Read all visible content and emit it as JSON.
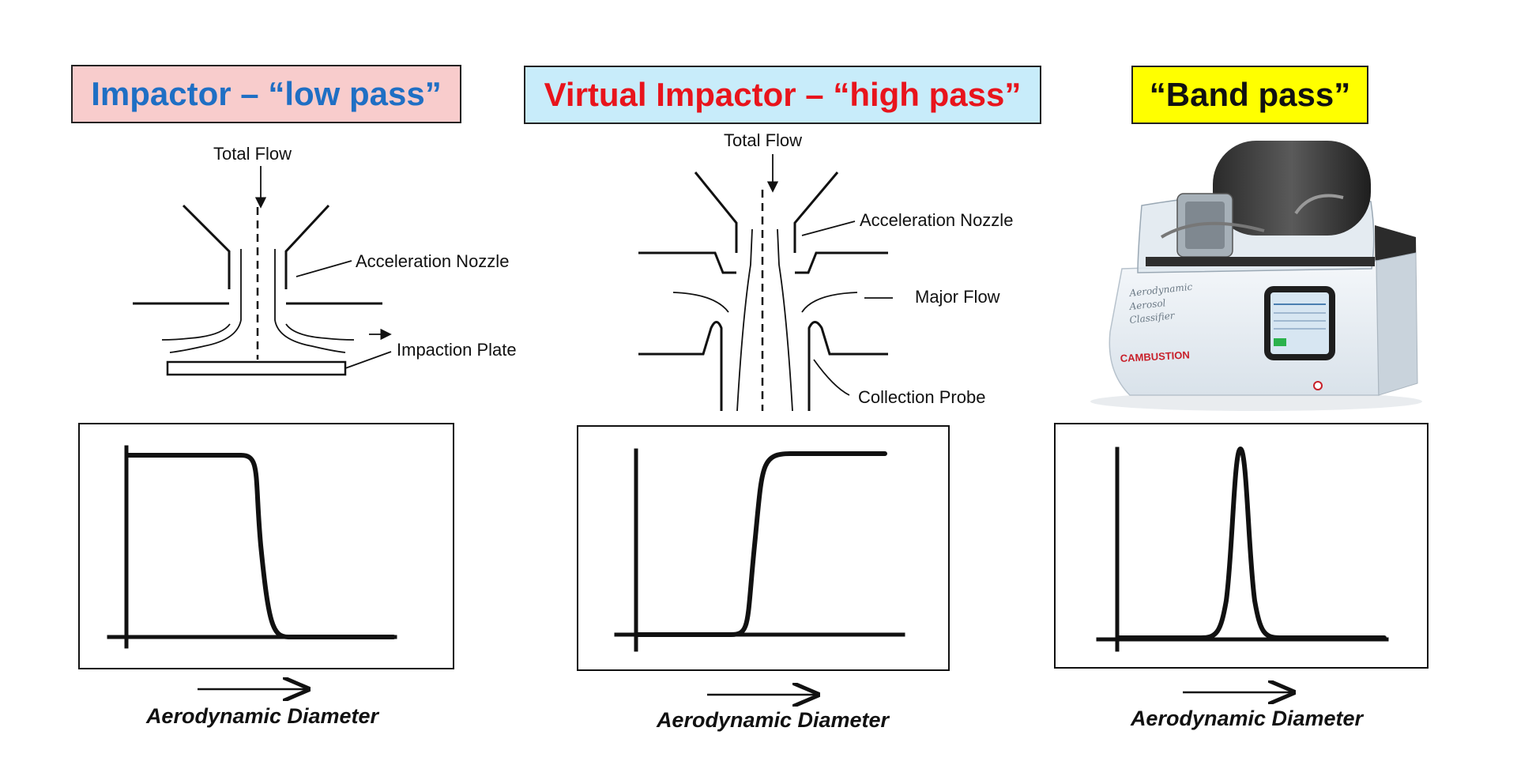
{
  "panels": [
    {
      "title": "Impactor – “low pass”",
      "title_color": "#1f6fc4",
      "title_bg": "#f8cccc",
      "labels": {
        "total_flow": "Total Flow",
        "nozzle": "Acceleration Nozzle",
        "plate": "Impaction Plate"
      },
      "graph_xlabel": "Aerodynamic Diameter"
    },
    {
      "title": "Virtual Impactor – “high pass”",
      "title_color": "#e8141c",
      "title_bg": "#c8ecfa",
      "labels": {
        "total_flow": "Total Flow",
        "nozzle": "Acceleration Nozzle",
        "major_flow": "Major  Flow",
        "probe": "Collection Probe"
      },
      "graph_xlabel": "Aerodynamic Diameter"
    },
    {
      "title": "“Band pass”",
      "title_color": "#111111",
      "title_bg": "#ffff00",
      "device": {
        "side_text": [
          "Aerodynamic",
          "Aerosol",
          "Classifier"
        ],
        "brand": "CAMBUSTION"
      },
      "graph_xlabel": "Aerodynamic Diameter"
    }
  ],
  "chart_data": [
    {
      "type": "line",
      "curve": "low-pass sigmoid (step down)",
      "x": [
        0,
        0.3,
        0.45,
        0.5,
        0.55,
        0.7,
        1
      ],
      "y": [
        1,
        1,
        0.97,
        0.5,
        0.03,
        0,
        0
      ]
    },
    {
      "type": "line",
      "curve": "high-pass sigmoid (step up)",
      "x": [
        0,
        0.3,
        0.45,
        0.5,
        0.55,
        0.7,
        1
      ],
      "y": [
        0,
        0,
        0.03,
        0.5,
        0.97,
        1,
        1
      ]
    },
    {
      "type": "line",
      "curve": "band-pass peak",
      "x": [
        0,
        0.3,
        0.42,
        0.47,
        0.5,
        0.53,
        0.58,
        0.7,
        1
      ],
      "y": [
        0,
        0,
        0.05,
        0.6,
        1,
        0.6,
        0.05,
        0,
        0
      ]
    }
  ]
}
